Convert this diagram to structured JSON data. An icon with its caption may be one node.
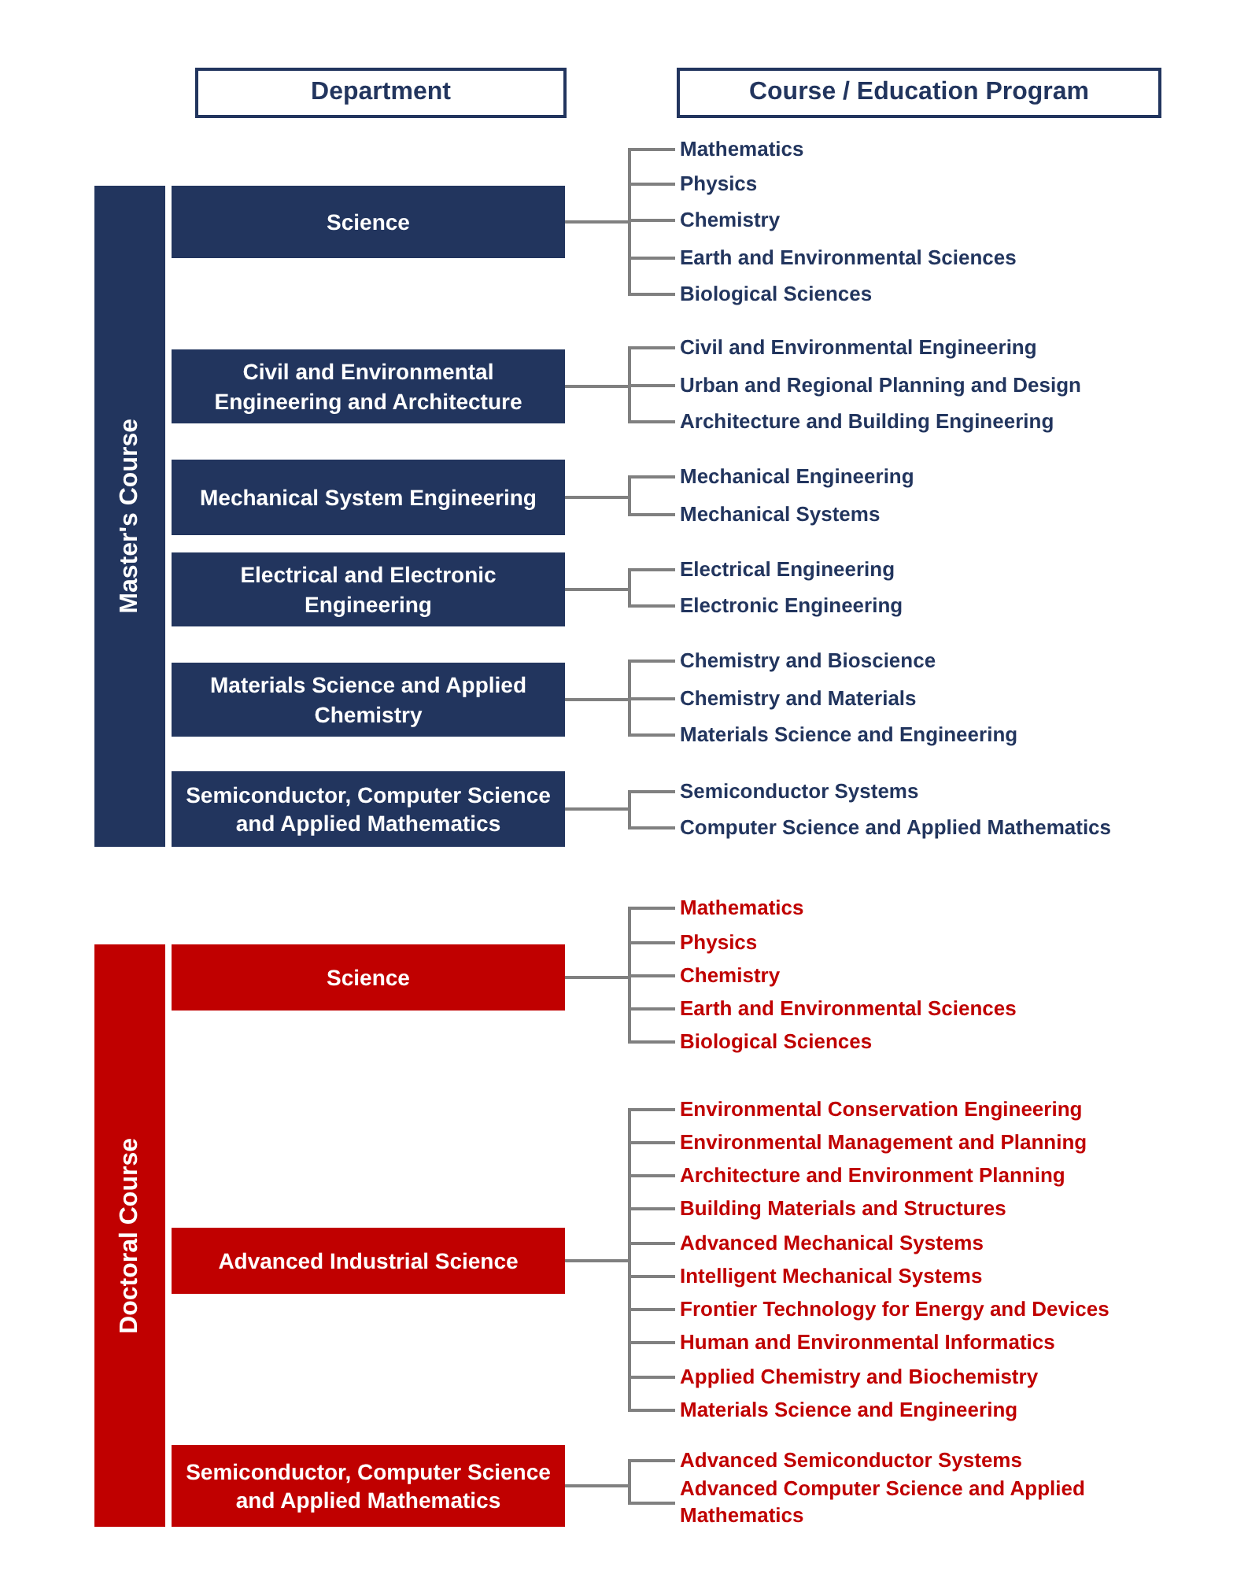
{
  "diagram": {
    "nodes": [
      {
        "text": [
          "Department"
        ]
      },
      {
        "text": [
          "Course / Education Program"
        ]
      },
      {
        "text": [
          "Master's Course"
        ]
      },
      {
        "text": [
          "Science"
        ]
      },
      {
        "text": [
          "Mathematics"
        ]
      },
      {
        "text": [
          "Physics"
        ]
      },
      {
        "text": [
          "Chemistry"
        ]
      },
      {
        "text": [
          "Earth and Environmental Sciences"
        ]
      },
      {
        "text": [
          "Biological Sciences"
        ]
      },
      {
        "text": [
          "Civil and Environmental Engineering and Architecture"
        ]
      },
      {
        "text": [
          "Civil and Environmental Engineering"
        ]
      },
      {
        "text": [
          "Urban and Regional Planning and Design"
        ]
      },
      {
        "text": [
          "Architecture and Building Engineering"
        ]
      },
      {
        "text": [
          "Mechanical System Engineering"
        ]
      },
      {
        "text": [
          "Mechanical Engineering"
        ]
      },
      {
        "text": [
          "Mechanical Systems"
        ]
      },
      {
        "text": [
          "Electrical and Electronic Engineering"
        ]
      },
      {
        "text": [
          "Electrical Engineering"
        ]
      },
      {
        "text": [
          "Electronic Engineering"
        ]
      },
      {
        "text": [
          "Materials Science and Applied Chemistry"
        ]
      },
      {
        "text": [
          "Chemistry and Bioscience"
        ]
      },
      {
        "text": [
          "Chemistry and Materials"
        ]
      },
      {
        "text": [
          "Materials Science and Engineering"
        ]
      },
      {
        "text": [
          "Semiconductor, Computer Science and Applied Mathematics"
        ]
      },
      {
        "text": [
          "Semiconductor Systems"
        ]
      },
      {
        "text": [
          "Computer Science and Applied Mathematics"
        ]
      },
      {
        "text": [
          "Doctoral Course"
        ]
      },
      {
        "text": [
          "Science"
        ]
      },
      {
        "text": [
          "Mathematics"
        ]
      },
      {
        "text": [
          "Physics"
        ]
      },
      {
        "text": [
          "Chemistry"
        ]
      },
      {
        "text": [
          "Earth and Environmental Sciences"
        ]
      },
      {
        "text": [
          "Biological Sciences"
        ]
      },
      {
        "text": [
          "Advanced Industrial Science"
        ]
      },
      {
        "text": [
          "Environmental Conservation Engineering"
        ]
      },
      {
        "text": [
          "Environmental Management and Planning"
        ]
      },
      {
        "text": [
          "Architecture and Environment Planning"
        ]
      },
      {
        "text": [
          "Building Materials and Structures"
        ]
      },
      {
        "text": [
          "Advanced Mechanical Systems"
        ]
      },
      {
        "text": [
          "Intelligent Mechanical Systems"
        ]
      },
      {
        "text": [
          "Frontier Technology for Energy and Devices"
        ]
      },
      {
        "text": [
          "Human and Environmental Informatics"
        ]
      },
      {
        "text": [
          "Applied Chemistry and Biochemistry"
        ]
      },
      {
        "text": [
          "Materials Science and Engineering"
        ]
      },
      {
        "text": [
          "Semiconductor, Computer Science and Applied Mathematics"
        ]
      },
      {
        "text": [
          "Advanced Semiconductor Systems"
        ]
      },
      {
        "text": [
          "Advanced Computer Science and Applied Mathematics"
        ]
      }
    ],
    "edges": [
      {
        "from": 3,
        "to": 4,
        "arrow": "none"
      },
      {
        "from": 3,
        "to": 5,
        "arrow": "none"
      },
      {
        "from": 3,
        "to": 6,
        "arrow": "none"
      },
      {
        "from": 3,
        "to": 7,
        "arrow": "none"
      },
      {
        "from": 3,
        "to": 8,
        "arrow": "none"
      },
      {
        "from": 9,
        "to": 10,
        "arrow": "none"
      },
      {
        "from": 9,
        "to": 11,
        "arrow": "none"
      },
      {
        "from": 9,
        "to": 12,
        "arrow": "none"
      },
      {
        "from": 13,
        "to": 14,
        "arrow": "none"
      },
      {
        "from": 13,
        "to": 15,
        "arrow": "none"
      },
      {
        "from": 16,
        "to": 17,
        "arrow": "none"
      },
      {
        "from": 16,
        "to": 18,
        "arrow": "none"
      },
      {
        "from": 19,
        "to": 20,
        "arrow": "none"
      },
      {
        "from": 19,
        "to": 21,
        "arrow": "none"
      },
      {
        "from": 19,
        "to": 22,
        "arrow": "none"
      },
      {
        "from": 23,
        "to": 24,
        "arrow": "none"
      },
      {
        "from": 23,
        "to": 25,
        "arrow": "none"
      },
      {
        "from": 27,
        "to": 28,
        "arrow": "none"
      },
      {
        "from": 27,
        "to": 29,
        "arrow": "none"
      },
      {
        "from": 27,
        "to": 30,
        "arrow": "none"
      },
      {
        "from": 27,
        "to": 31,
        "arrow": "none"
      },
      {
        "from": 27,
        "to": 32,
        "arrow": "none"
      },
      {
        "from": 33,
        "to": 34,
        "arrow": "none"
      },
      {
        "from": 33,
        "to": 35,
        "arrow": "none"
      },
      {
        "from": 33,
        "to": 36,
        "arrow": "none"
      },
      {
        "from": 33,
        "to": 37,
        "arrow": "none"
      },
      {
        "from": 33,
        "to": 38,
        "arrow": "none"
      },
      {
        "from": 33,
        "to": 39,
        "arrow": "none"
      },
      {
        "from": 33,
        "to": 40,
        "arrow": "none"
      },
      {
        "from": 33,
        "to": 41,
        "arrow": "none"
      },
      {
        "from": 33,
        "to": 42,
        "arrow": "none"
      },
      {
        "from": 33,
        "to": 43,
        "arrow": "none"
      },
      {
        "from": 44,
        "to": 45,
        "arrow": "none"
      },
      {
        "from": 44,
        "to": 46,
        "arrow": "none"
      }
    ]
  }
}
